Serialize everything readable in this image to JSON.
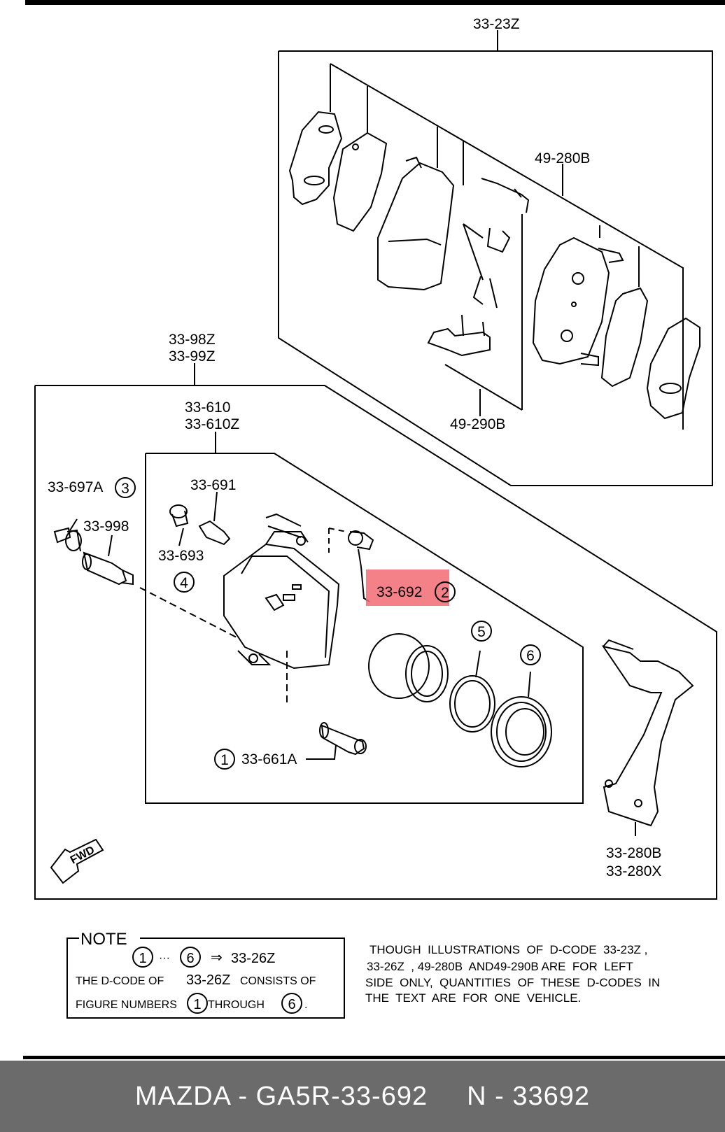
{
  "labels": {
    "pad_kit": "33-23Z",
    "shim_kit_a": "49-280B",
    "shim_kit_b": "49-290B",
    "caliper_assy_1": "33-98Z",
    "caliper_assy_2": "33-99Z",
    "caliper_body_1": "33-610",
    "caliper_body_2": "33-610Z",
    "boot_a": "33-697A",
    "boot_a_num": "3",
    "pin": "33-998",
    "bleeder_screw": "33-691",
    "bleeder_cap": "33-693",
    "bleeder_cap_num": "4",
    "highlight_part": "33-692",
    "highlight_part_num": "2",
    "piston_seal_num": "5",
    "dust_seal_num": "6",
    "guide_pin_num": "1",
    "guide_pin": "33-661A",
    "bracket_1": "33-280B",
    "bracket_2": "33-280X",
    "fwd": "FWD"
  },
  "note": {
    "title": "NOTE",
    "range_start": "1",
    "range_sep": "···",
    "range_end": "6",
    "arrow": "⇒",
    "range_code": "33-26Z",
    "line2_a": "THE D-CODE OF",
    "line2_code": "33-26Z",
    "line2_b": "CONSISTS OF",
    "line3_a": "FIGURE NUMBERS",
    "line3_start": "1",
    "line3_b": "THROUGH",
    "line3_end": "6",
    "line3_c": "."
  },
  "side_note": {
    "line1": "THOUGH  ILLUSTRATIONS  OF  D-CODE  33-23Z ,",
    "line2": "33-26Z  , 49-280B  AND49-290B ARE  FOR  LEFT",
    "line3": "SIDE  ONLY,  QUANTITIES  OF  THESE  D-CODES  IN",
    "line4": "THE  TEXT  ARE  FOR  ONE  VEHICLE."
  },
  "footer": {
    "part": "MAZDA - GA5R-33-692",
    "number": "N - 33692"
  },
  "colors": {
    "highlight": "#f26b72",
    "footer_bg": "#6b6b6b"
  }
}
